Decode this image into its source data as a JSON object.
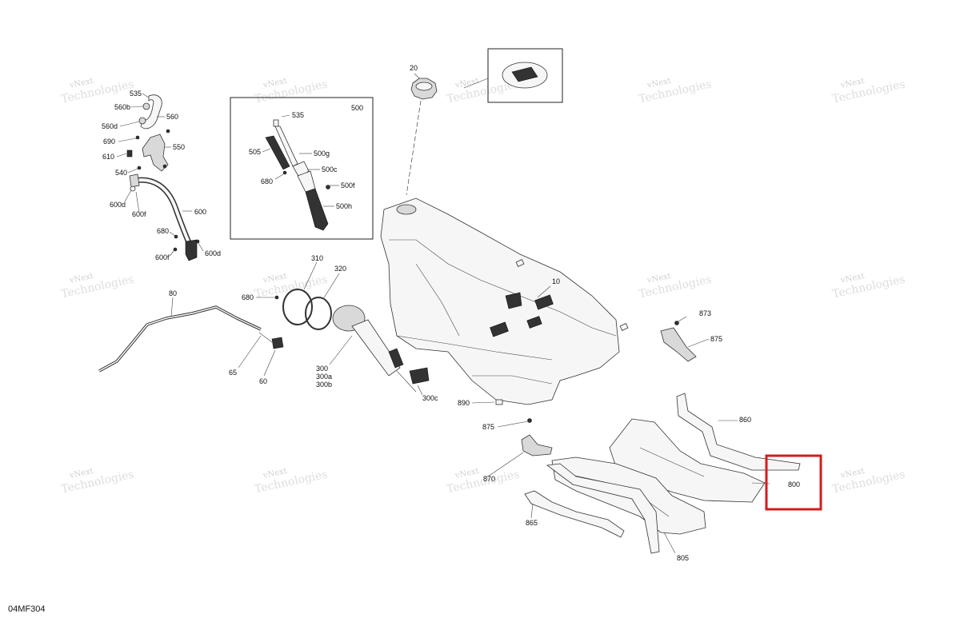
{
  "diagram_code": "04MF304",
  "watermark": {
    "line1": "vNext",
    "line2": "Technologies",
    "full": "vNext Technologies"
  },
  "callouts": {
    "c535a": "535",
    "c560b": "560b",
    "c560": "560",
    "c560d": "560d",
    "c690": "690",
    "c550": "550",
    "c610": "610",
    "c540": "540",
    "c600d": "600d",
    "c600f_a": "600f",
    "c600": "600",
    "c680a": "680",
    "c600f_b": "600f",
    "c600d_b": "600d",
    "c500": "500",
    "c535b": "535",
    "c505": "505",
    "c500g": "500g",
    "c500c": "500c",
    "c680b": "680",
    "c500f": "500f",
    "c500h": "500h",
    "c20": "20",
    "c310": "310",
    "c320": "320",
    "c680c": "680",
    "c80": "80",
    "c300": "300",
    "c300a": "300a",
    "c300b": "300b",
    "c65": "65",
    "c60": "60",
    "c300c": "300c",
    "c10": "10",
    "c890": "890",
    "c873": "873",
    "c875a": "875",
    "c860": "860",
    "c875b": "875",
    "c870": "870",
    "c800": "800",
    "c865": "865",
    "c805": "805"
  },
  "highlight_color": "#d11d1d"
}
